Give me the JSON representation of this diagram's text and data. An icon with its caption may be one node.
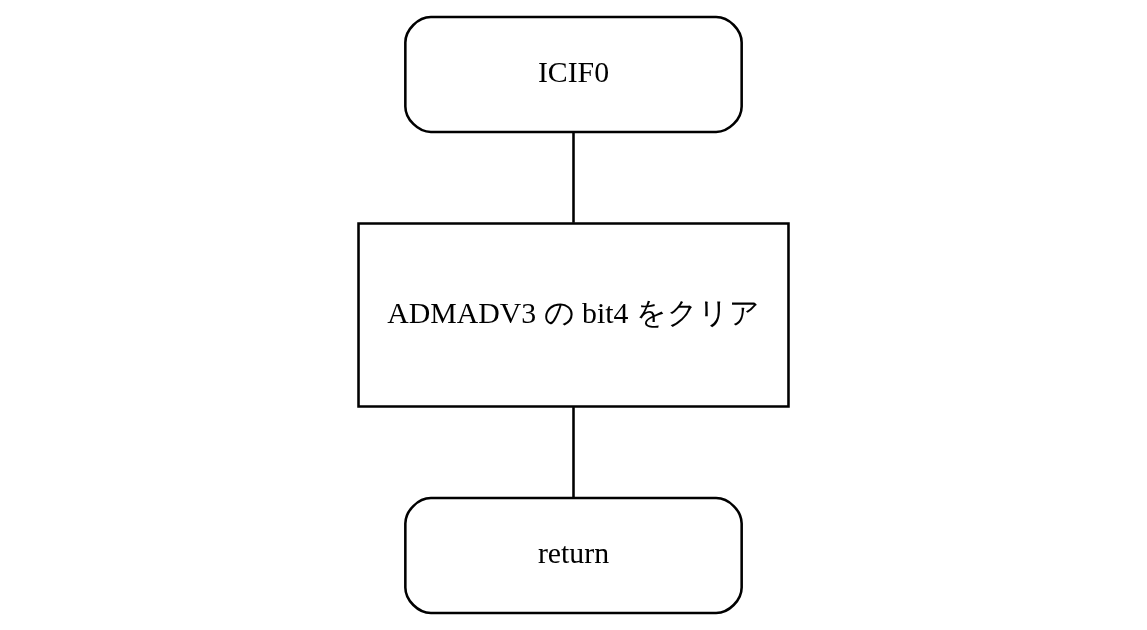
{
  "diagram": {
    "nodes": [
      {
        "text": [
          "ICIF0"
        ]
      },
      {
        "text": [
          "ADMADV3 の bit4 をクリア"
        ]
      },
      {
        "text": [
          "return"
        ]
      }
    ],
    "edges": [
      {
        "from": 0,
        "to": 1,
        "arrow": "none"
      },
      {
        "from": 1,
        "to": 2,
        "arrow": "none"
      }
    ]
  }
}
